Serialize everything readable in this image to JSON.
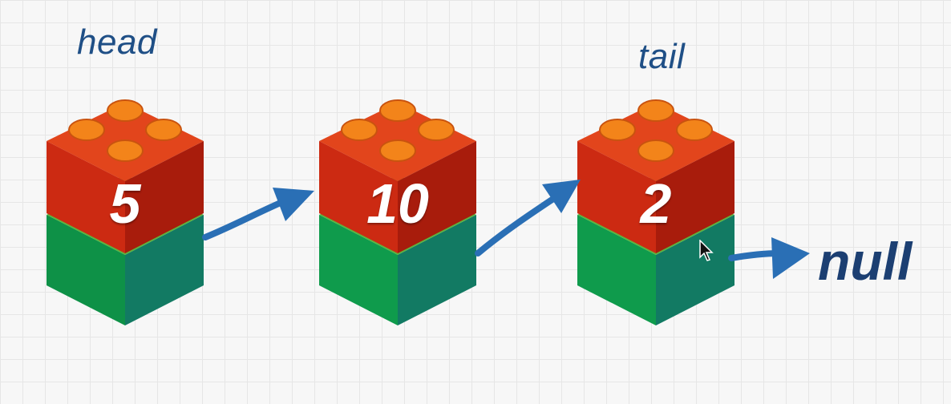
{
  "labels": {
    "head": "head",
    "tail": "tail",
    "null": "null"
  },
  "nodes": [
    {
      "value": "5"
    },
    {
      "value": "10"
    },
    {
      "value": "2"
    }
  ],
  "colors": {
    "brick_red_top": "#e2451c",
    "brick_red_left": "#cc2a12",
    "brick_red_right": "#a81c0c",
    "stud": "#f3841a",
    "brick_green_top": "#5fb33c",
    "brick_green_left": "#0f9b4c",
    "brick_green_right": "#127a63",
    "arrow": "#2a6fb5",
    "label": "#1f4f86"
  }
}
